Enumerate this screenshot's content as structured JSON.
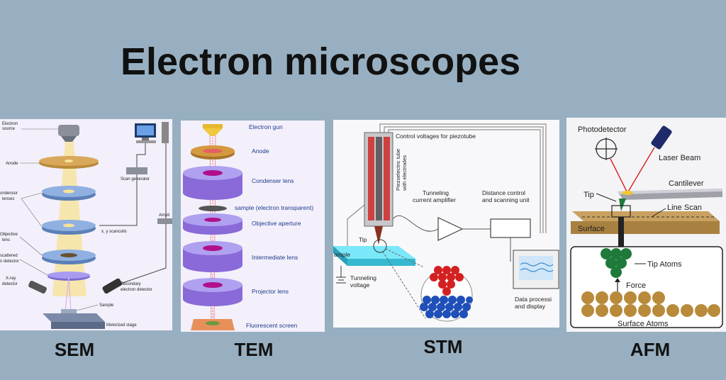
{
  "title": "Electron microscopes",
  "sem": {
    "caption": "SEM",
    "labels": {
      "electron_source": [
        "Electron",
        "source"
      ],
      "anode": "Anode",
      "condensor": [
        "ondensor",
        "lenses"
      ],
      "objective": [
        "Objective",
        "lens"
      ],
      "scattered": [
        "scattered",
        "n detector"
      ],
      "xray": [
        "X-ray",
        "detector"
      ],
      "scan_generator": "Scan generator",
      "scancoils": "x, y scancoils",
      "amplifier": "Ampli",
      "secondary": [
        "Secondary",
        "electron detector"
      ],
      "sample": "Sample",
      "stage": "Motorized stage"
    }
  },
  "tem": {
    "caption": "TEM",
    "labels": {
      "gun": "Electron gun",
      "anode": "Anode",
      "condenser": "Condenser lens",
      "sample": "sample (electron transparent)",
      "objective": "Objective aperture",
      "intermediate": "Intermediate lens",
      "projector": "Projector lens",
      "screen": "Fluorescent screen"
    }
  },
  "stm": {
    "caption": "STM",
    "labels": {
      "control": "Control voltages for piezotube",
      "piezo": [
        "Piezoelectric tube",
        "with electrodes"
      ],
      "tunneling_amp": [
        "Tunneling",
        "current amplifier"
      ],
      "distance": [
        "Distance control",
        "and scanning unit"
      ],
      "tip": "Tip",
      "sample": "ample",
      "voltage": [
        "Tunneling",
        "voltage"
      ],
      "data": [
        "Data processi",
        "and display"
      ]
    }
  },
  "afm": {
    "caption": "AFM",
    "labels": {
      "photodetector": "Photodetector",
      "laser": "Laser Beam",
      "cantilever": "Cantilever",
      "tip": "Tip",
      "line_scan": "Line Scan",
      "surface": "Surface",
      "tip_atoms": "Tip Atoms",
      "force": "Force",
      "surface_atoms": "Surface Atoms"
    }
  },
  "colors": {
    "background": "#97afc1",
    "lens_purple": "#9c7fe0",
    "lens_blue": "#7fa2d6",
    "cyan_sample": "#36d6f0",
    "red_atom": "#d42020",
    "blue_atom": "#1f4fb8",
    "green_atom": "#1f7a3a",
    "gold_atom": "#b88a3a",
    "label_blue": "#1f3a8a"
  }
}
